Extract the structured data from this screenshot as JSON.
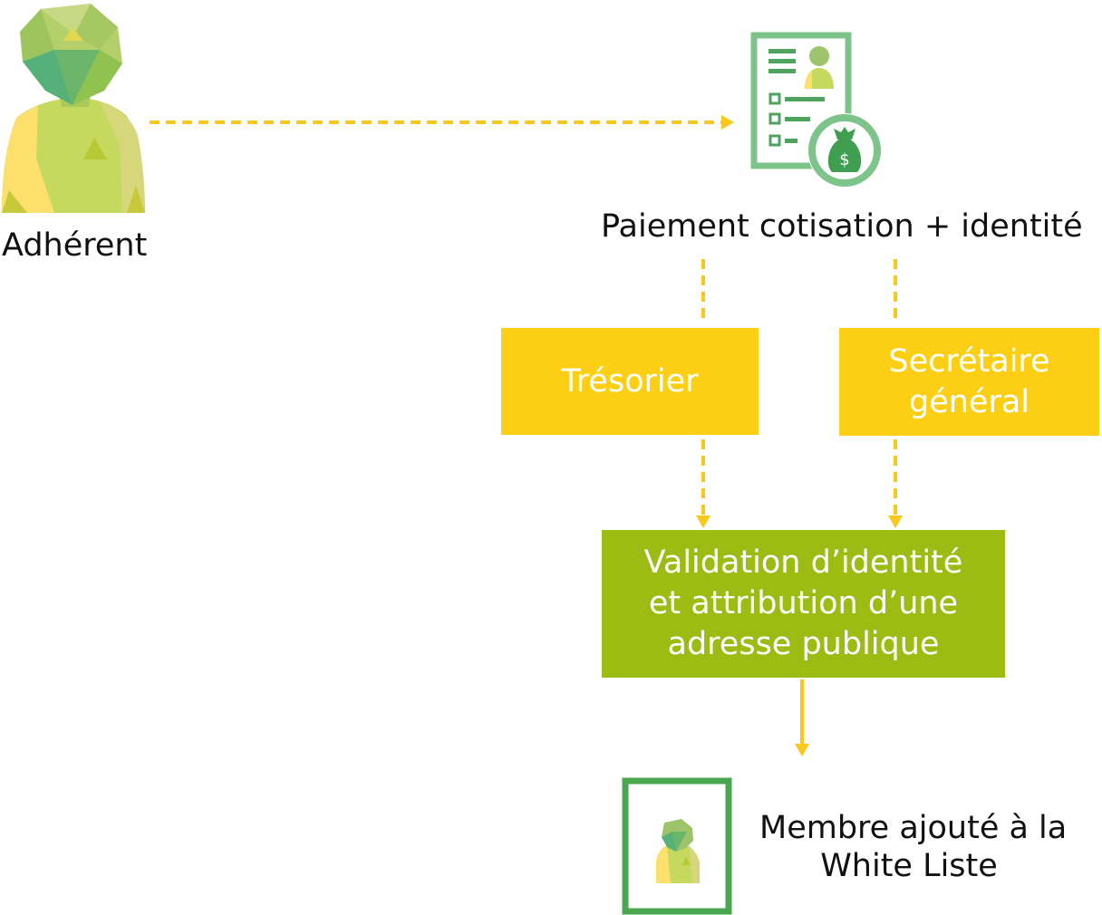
{
  "colors": {
    "yellow_box": "#fccf14",
    "green_box": "#9cbb13",
    "arrow": "#f9c81a",
    "frame_green": "#4aa64f",
    "doc_green": "#7dc48a",
    "text": "#111111"
  },
  "icons": {
    "member": "person-icon",
    "document": "document-payment-icon",
    "frame": "member-portrait-icon"
  },
  "nodes": {
    "adherent": {
      "label": "Adhérent"
    },
    "payment": {
      "label": "Paiement cotisation + identité"
    },
    "tresorier": {
      "label": "Trésorier"
    },
    "secretaire": {
      "line1": "Secrétaire",
      "line2": "général"
    },
    "validation": {
      "line1": "Validation d’identité",
      "line2": "et attribution d’une",
      "line3": "adresse publique"
    },
    "membre": {
      "line1": "Membre ajouté à la",
      "line2": "White Liste"
    }
  }
}
